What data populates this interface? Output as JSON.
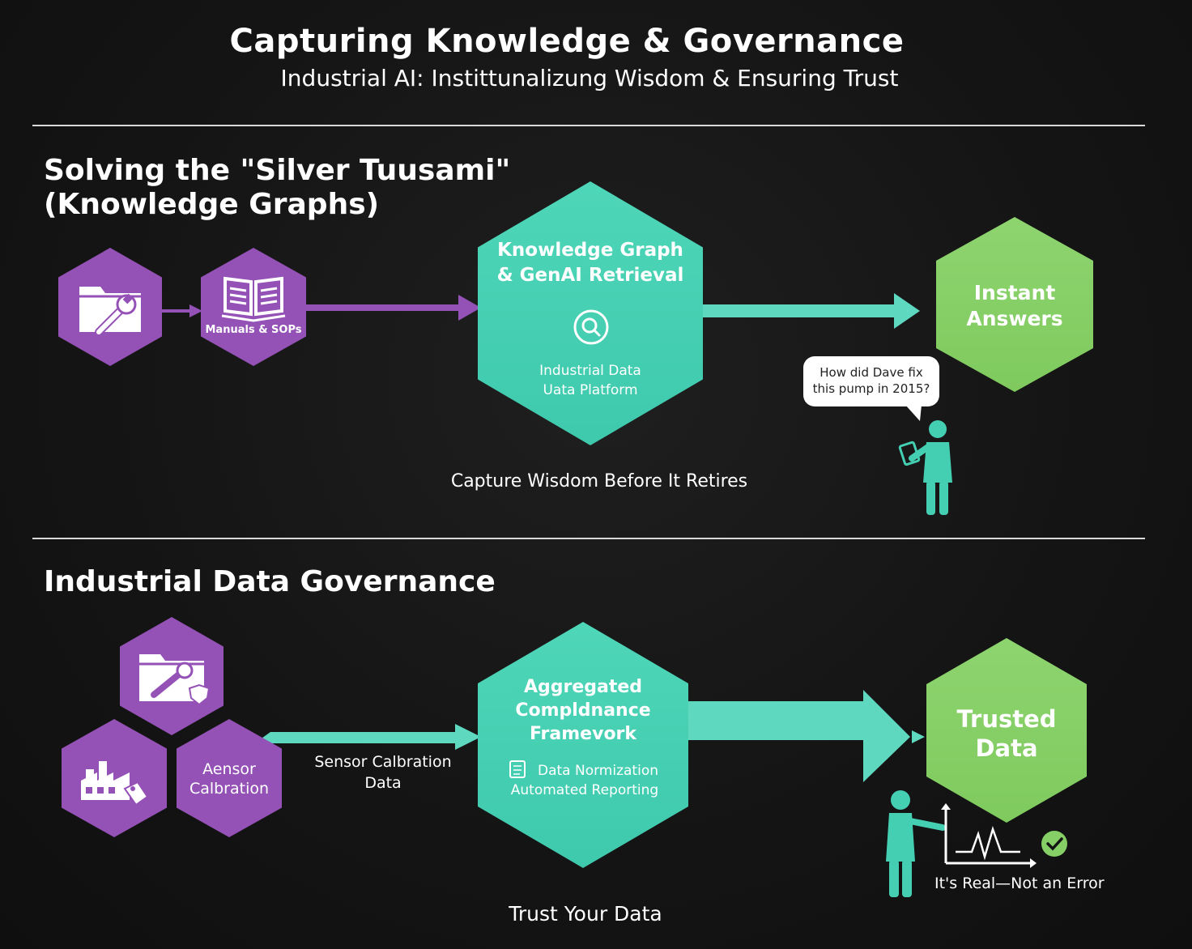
{
  "header": {
    "title": "Capturing Knowledge & Governance",
    "subtitle": "Industrial AI: Instittunalizung Wisdom & Ensuring Trust"
  },
  "section_knowledge": {
    "title_line1": "Solving the \"Silver Tuusami\"",
    "title_line2": "(Knowledge Graphs)",
    "manuals_label": "Manuals & SOPs",
    "hub_title_line1": "Knowledge Graph",
    "hub_title_line2": "& GenAI Retrieval",
    "hub_sub_line1": "Industrial Data",
    "hub_sub_line2": "Uata Platform",
    "output_line1": "Instant",
    "output_line2": "Answers",
    "question_line1": "How did Dave fix",
    "question_line2": "this pump in 2015?",
    "caption": "Capture Wisdom Before It Retires"
  },
  "section_governance": {
    "title": "Industrial Data Governance",
    "sensor_hex_line1": "Aensor",
    "sensor_hex_line2": "Calbration",
    "arrow_label_line1": "Sensor Calbration",
    "arrow_label_line2": "Data",
    "hub_title_line1": "Aggregated",
    "hub_title_line2": "Compldnance",
    "hub_title_line3": "Framevork",
    "hub_sub_line1": "Data Normization",
    "hub_sub_line2": "Automated Reporting",
    "output_line1": "Trusted",
    "output_line2": "Data",
    "real_label": "It's Real—Not an Error",
    "caption": "Trust Your Data"
  },
  "colors": {
    "background": "#141414",
    "purple": "#9451b6",
    "teal": "#44cfb2",
    "green": "#86cf66",
    "arrow_teal": "#5ed9c0",
    "arrow_purple": "#9451b6"
  },
  "icons": {
    "folder_wrench": "folder-wrench-icon",
    "book": "book-icon",
    "search": "search-icon",
    "factory": "factory-icon",
    "person": "person-icon",
    "chart_check": "chart-check-icon"
  }
}
